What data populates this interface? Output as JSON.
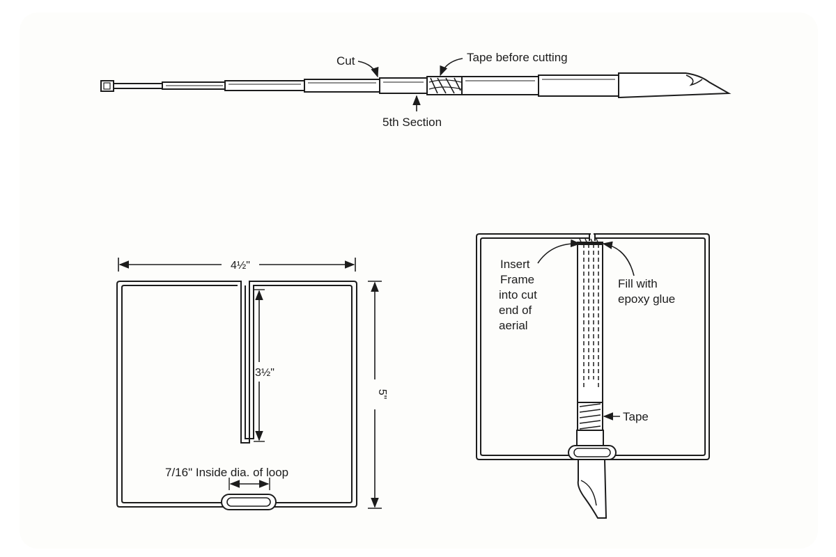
{
  "antenna": {
    "cut_label": "Cut",
    "tape_label": "Tape before cutting",
    "section_label": "5th Section"
  },
  "frame_dimensions": {
    "width_label": "4½\"",
    "slot_length_label": "3½\"",
    "height_label": "5\"",
    "loop_label": "7/16\" Inside dia. of loop"
  },
  "assembly": {
    "insert_label_lines": [
      "Insert",
      "Frame",
      "into cut",
      "end of",
      "aerial"
    ],
    "epoxy_label_lines": [
      "Fill with",
      "epoxy glue"
    ],
    "tape_label": "Tape"
  },
  "colors": {
    "ink": "#1c1c1c",
    "paper": "#fdfdfb"
  }
}
